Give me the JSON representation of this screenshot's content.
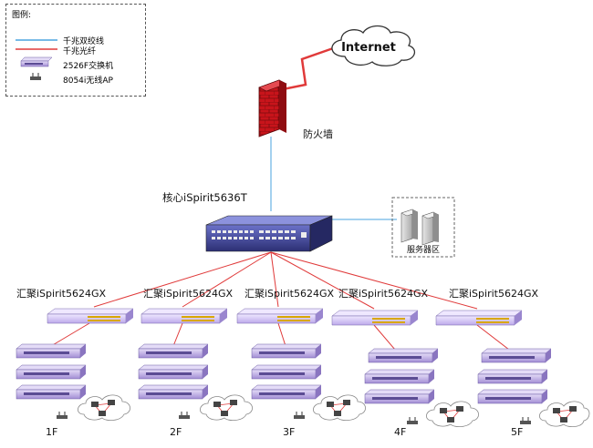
{
  "legend": {
    "title": "图例:",
    "items": [
      {
        "label": "千兆双绞线",
        "color": "#4aa3df"
      },
      {
        "label": "千兆光纤",
        "color": "#e03a3a"
      },
      {
        "label": "2526F交换机",
        "icon": "access-switch-icon"
      },
      {
        "label": "8054i无线AP",
        "icon": "wireless-ap-icon"
      }
    ]
  },
  "internet": {
    "label": "Internet"
  },
  "firewall": {
    "label": "防火墙"
  },
  "core": {
    "label": "核心iSpirit5636T"
  },
  "server_zone": {
    "label": "服务器区"
  },
  "aggregation": [
    {
      "label": "汇聚iSpirit5624GX"
    },
    {
      "label": "汇聚iSpirit5624GX"
    },
    {
      "label": "汇聚iSpirit5624GX"
    },
    {
      "label": "汇聚iSpirit5624GX"
    },
    {
      "label": "汇聚iSpirit5624GX"
    }
  ],
  "floors": [
    {
      "label": "1F"
    },
    {
      "label": "2F"
    },
    {
      "label": "3F"
    },
    {
      "label": "4F"
    },
    {
      "label": "5F"
    }
  ],
  "colors": {
    "copper": "#4aa3df",
    "fiber": "#e03a3a",
    "switch_body": "#b7a3e0",
    "core_body": "#3a3f8f",
    "firewall": "#c8141b"
  }
}
